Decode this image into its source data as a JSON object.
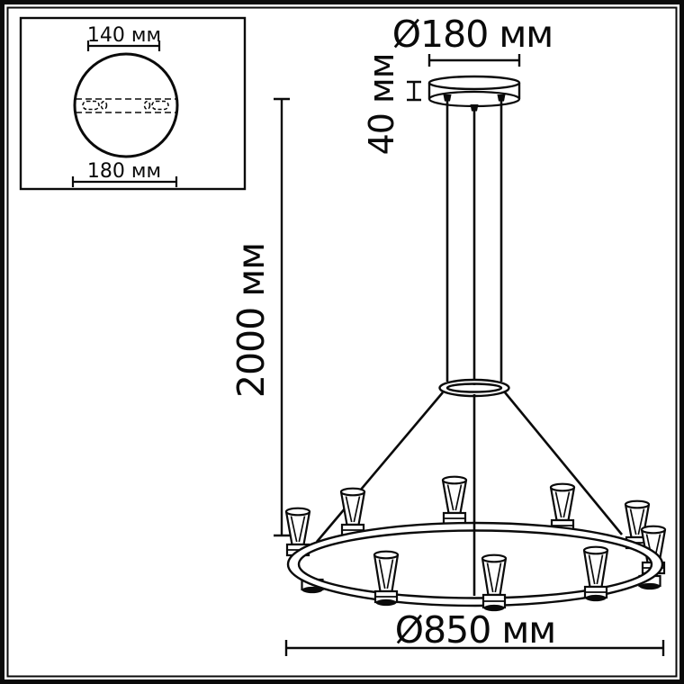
{
  "drawing_type": "pendant-chandelier-dimension-drawing",
  "colors": {
    "ink": "#0a0a0a",
    "paper": "#ffffff"
  },
  "inset_top_view": {
    "hole_spacing_label": "140 мм",
    "plate_diameter_label": "180 мм"
  },
  "dimensions": {
    "canopy_diameter_label": "Ø180 мм",
    "canopy_height_label": "40 мм",
    "suspension_length_label": "2000 мм",
    "ring_diameter_label": "Ø850 мм"
  }
}
